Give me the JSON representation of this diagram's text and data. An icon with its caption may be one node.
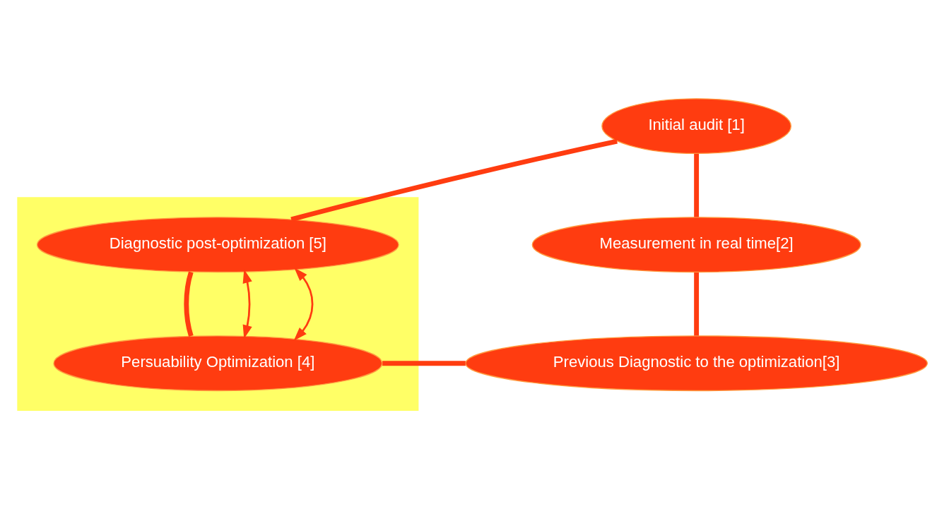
{
  "diagram": {
    "nodes": [
      {
        "text": [],
        "shape": "box"
      },
      {
        "text": [
          "Initial audit [1]"
        ]
      },
      {
        "text": [
          "Diagnostic post-optimization [5]"
        ],
        "in": 0
      },
      {
        "text": [
          "Measurement in real time[2]"
        ]
      },
      {
        "text": [
          "Persuability Optimization [4]"
        ],
        "in": 0
      },
      {
        "text": [
          "Previous Diagnostic to the optimization[3]"
        ]
      }
    ],
    "edges": [
      {
        "from": 1,
        "to": 3,
        "arrow": "none"
      },
      {
        "from": 3,
        "to": 5,
        "arrow": "none"
      },
      {
        "from": 5,
        "to": 4,
        "arrow": "none"
      },
      {
        "from": 4,
        "to": 2,
        "arrow": "none"
      },
      {
        "from": 2,
        "to": 1,
        "arrow": "none"
      },
      {
        "from": 2,
        "to": 4,
        "arrow": "both"
      },
      {
        "from": 2,
        "to": 4,
        "arrow": "both"
      }
    ]
  }
}
